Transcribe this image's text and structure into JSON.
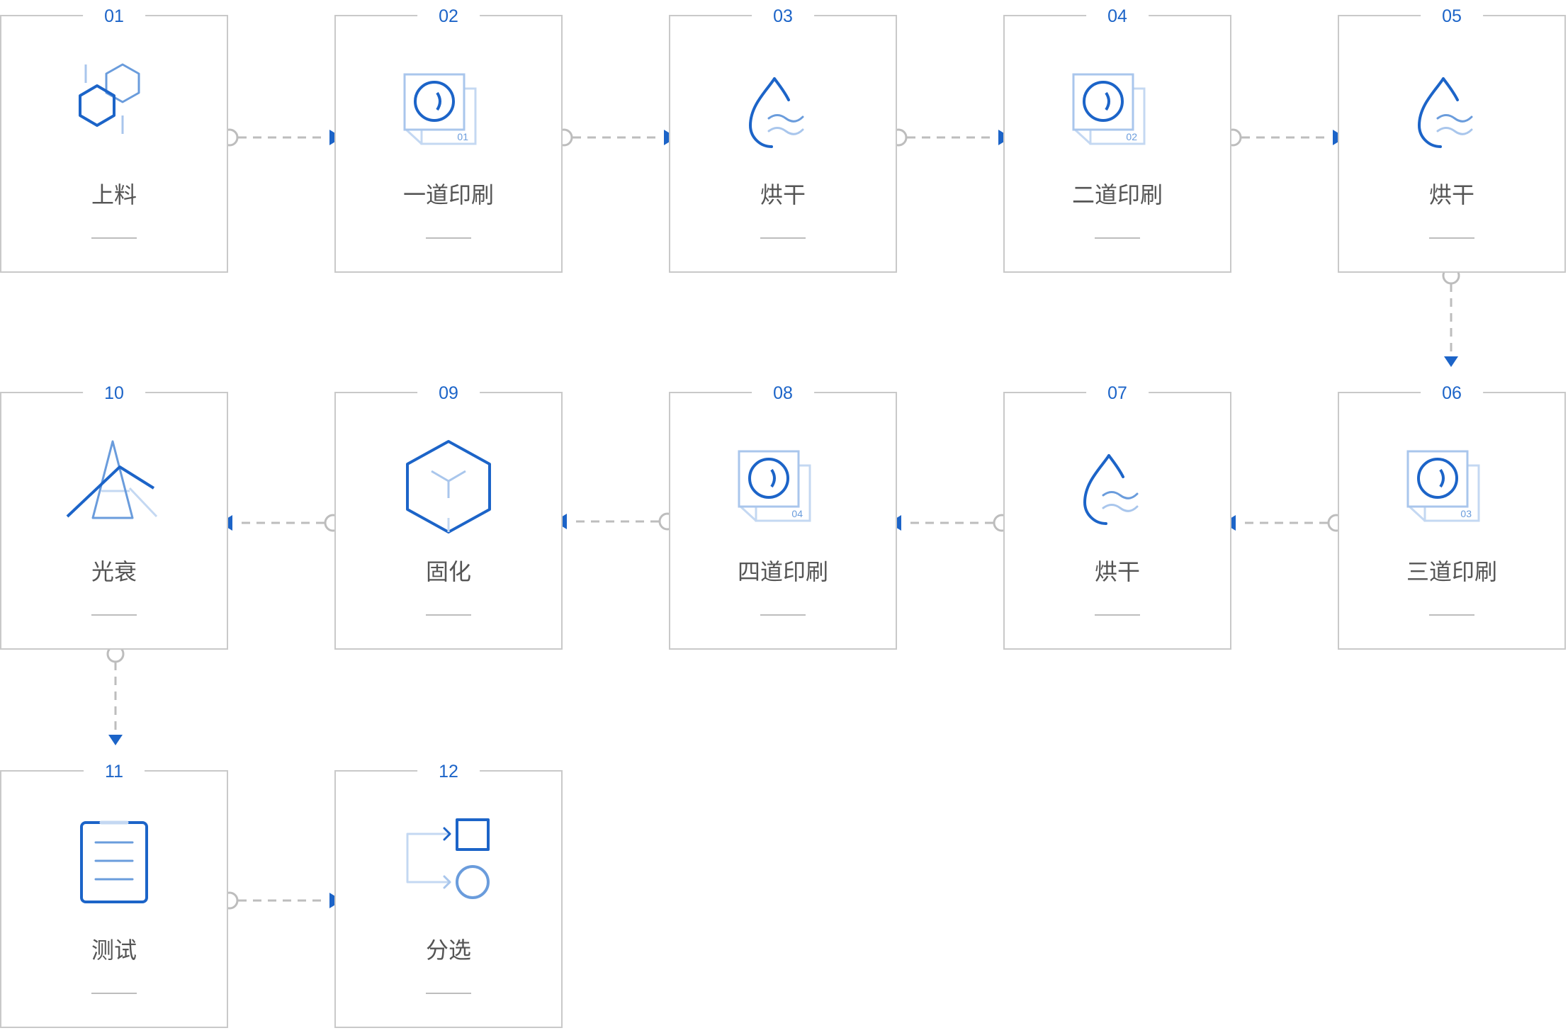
{
  "steps": [
    {
      "num": "01",
      "title": "上料"
    },
    {
      "num": "02",
      "title": "一道印刷",
      "badge": "01"
    },
    {
      "num": "03",
      "title": "烘干"
    },
    {
      "num": "04",
      "title": "二道印刷",
      "badge": "02"
    },
    {
      "num": "05",
      "title": "烘干"
    },
    {
      "num": "06",
      "title": "三道印刷",
      "badge": "03"
    },
    {
      "num": "07",
      "title": "烘干"
    },
    {
      "num": "08",
      "title": "四道印刷",
      "badge": "04"
    },
    {
      "num": "09",
      "title": "固化"
    },
    {
      "num": "10",
      "title": "光衰"
    },
    {
      "num": "11",
      "title": "测试"
    },
    {
      "num": "12",
      "title": "分选"
    }
  ],
  "colors": {
    "accent": "#1c64c8",
    "accent_light": "#a9c6ec",
    "border": "#c9c9c9",
    "connector": "#bdbdbd",
    "title_text": "#555555"
  },
  "icons": {
    "s01": "hexagons-icon",
    "s02": "print-layer-icon",
    "s03": "drop-wave-icon",
    "s04": "print-layer-icon",
    "s05": "drop-wave-icon",
    "s06": "print-layer-icon",
    "s07": "drop-wave-icon",
    "s08": "print-layer-icon",
    "s09": "cube-icon",
    "s10": "prism-icon",
    "s11": "clipboard-icon",
    "s12": "sort-icon"
  }
}
